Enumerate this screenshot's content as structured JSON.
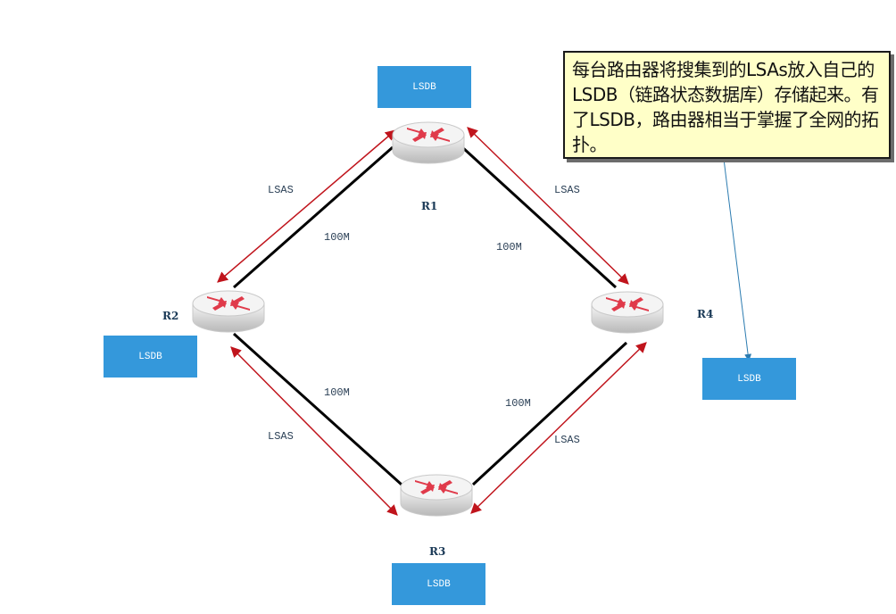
{
  "routers": [
    {
      "id": "R1",
      "name": "R1"
    },
    {
      "id": "R2",
      "name": "R2"
    },
    {
      "id": "R3",
      "name": "R3"
    },
    {
      "id": "R4",
      "name": "R4"
    }
  ],
  "lsdb_label": "LSDB",
  "links": [
    {
      "id": "r1-r2",
      "bandwidth": "100M",
      "lsa_label": "LSAS"
    },
    {
      "id": "r1-r4",
      "bandwidth": "100M",
      "lsa_label": "LSAS"
    },
    {
      "id": "r2-r3",
      "bandwidth": "100M",
      "lsa_label": "LSAS"
    },
    {
      "id": "r3-r4",
      "bandwidth": "100M",
      "lsa_label": "LSAS"
    }
  ],
  "note": {
    "text": "每台路由器将搜集到的LSAs放入自己的LSDB（链路状态数据库）存储起来。有了LSDB，路由器相当于掌握了全网的拓扑。"
  },
  "colors": {
    "link": "#000000",
    "lsa_arrow": "#c0141c",
    "lsdb_box": "#3498db",
    "note_bg": "#ffffc8",
    "callout_line": "#2b7bb0"
  }
}
